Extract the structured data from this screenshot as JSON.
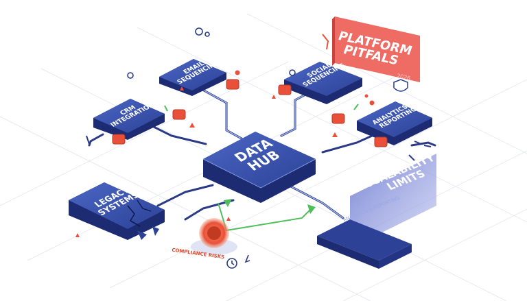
{
  "diagram": {
    "nodes": {
      "email_sequencing": "EMAIL\nSEQUENCING",
      "crm_integration": "CRM\nINTEGRATION",
      "social_sequencing": "SOCIAL\nSEQUENCING",
      "analytics_reporting": "ANALYTICS &\nREPORTING",
      "data_hub": "DATA\nHUB",
      "legacy_systems": "LEGACY\nSYSTEMS"
    },
    "callouts": {
      "platform_pitfalls": "PLATFORM\nPITFALS",
      "platform_year": "2026",
      "scalability_limits": "SCALABILITY\nLIMITS",
      "scalability_sub": "ANALYTICS & REPORTING",
      "compliance_risks": "COMPLIANCE RISKS"
    },
    "colors": {
      "node_top": "#3c56b0",
      "node_side": "#1d2b72",
      "alert_red": "#e8503a",
      "pitfall_banner": "#ee5f58",
      "flow_green": "#4fbf5b",
      "grid": "#e7e9f2"
    },
    "icons": [
      "gear-icon",
      "wrench-icon",
      "shield-icon",
      "warning-icon",
      "stopwatch-icon",
      "virus-icon",
      "arrow-icon"
    ]
  }
}
